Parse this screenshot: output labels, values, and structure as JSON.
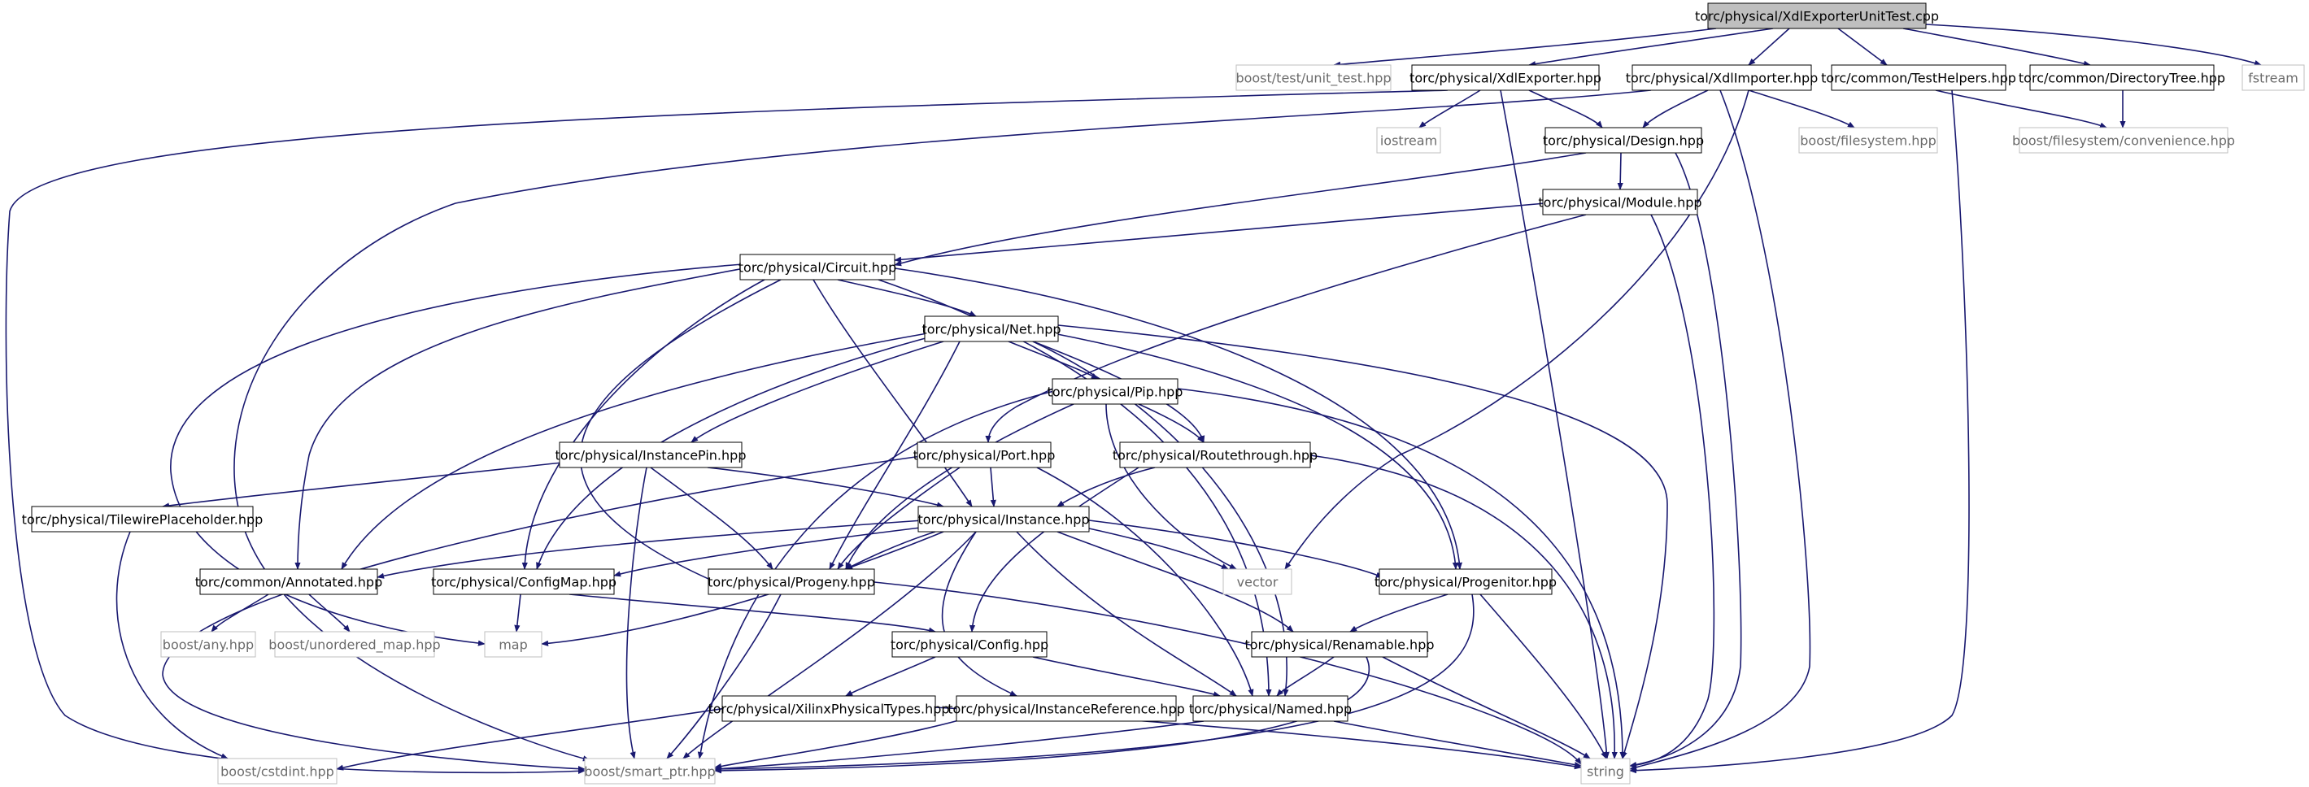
{
  "nodes": [
    {
      "id": "root",
      "label": "torc/physical/XdlExporterUnitTest.cpp",
      "kind": "root"
    },
    {
      "id": "unit_test",
      "label": "boost/test/unit_test.hpp",
      "kind": "external"
    },
    {
      "id": "xdlexporter",
      "label": "torc/physical/XdlExporter.hpp",
      "kind": "project"
    },
    {
      "id": "xdlimporter",
      "label": "torc/physical/XdlImporter.hpp",
      "kind": "project"
    },
    {
      "id": "testhelpers",
      "label": "torc/common/TestHelpers.hpp",
      "kind": "project"
    },
    {
      "id": "dirtree",
      "label": "torc/common/DirectoryTree.hpp",
      "kind": "project"
    },
    {
      "id": "fstream",
      "label": "fstream",
      "kind": "external"
    },
    {
      "id": "iostream",
      "label": "iostream",
      "kind": "external"
    },
    {
      "id": "design",
      "label": "torc/physical/Design.hpp",
      "kind": "project"
    },
    {
      "id": "bfilesystem",
      "label": "boost/filesystem.hpp",
      "kind": "external"
    },
    {
      "id": "convenience",
      "label": "boost/filesystem/convenience.hpp",
      "kind": "external"
    },
    {
      "id": "module",
      "label": "torc/physical/Module.hpp",
      "kind": "project"
    },
    {
      "id": "circuit",
      "label": "torc/physical/Circuit.hpp",
      "kind": "project"
    },
    {
      "id": "net",
      "label": "torc/physical/Net.hpp",
      "kind": "project"
    },
    {
      "id": "pip",
      "label": "torc/physical/Pip.hpp",
      "kind": "project"
    },
    {
      "id": "instancepin",
      "label": "torc/physical/InstancePin.hpp",
      "kind": "project"
    },
    {
      "id": "port",
      "label": "torc/physical/Port.hpp",
      "kind": "project"
    },
    {
      "id": "routethrough",
      "label": "torc/physical/Routethrough.hpp",
      "kind": "project"
    },
    {
      "id": "tileplaceholder",
      "label": "torc/physical/TilewirePlaceholder.hpp",
      "kind": "project"
    },
    {
      "id": "instance",
      "label": "torc/physical/Instance.hpp",
      "kind": "project"
    },
    {
      "id": "annotated",
      "label": "torc/common/Annotated.hpp",
      "kind": "project"
    },
    {
      "id": "configmap",
      "label": "torc/physical/ConfigMap.hpp",
      "kind": "project"
    },
    {
      "id": "progeny",
      "label": "torc/physical/Progeny.hpp",
      "kind": "project"
    },
    {
      "id": "vector",
      "label": "vector",
      "kind": "external"
    },
    {
      "id": "progenitor",
      "label": "torc/physical/Progenitor.hpp",
      "kind": "project"
    },
    {
      "id": "any",
      "label": "boost/any.hpp",
      "kind": "external"
    },
    {
      "id": "unordered",
      "label": "boost/unordered_map.hpp",
      "kind": "external"
    },
    {
      "id": "map",
      "label": "map",
      "kind": "external"
    },
    {
      "id": "config",
      "label": "torc/physical/Config.hpp",
      "kind": "project"
    },
    {
      "id": "renamable",
      "label": "torc/physical/Renamable.hpp",
      "kind": "project"
    },
    {
      "id": "xilinxtypes",
      "label": "torc/physical/XilinxPhysicalTypes.hpp",
      "kind": "project"
    },
    {
      "id": "instref",
      "label": "torc/physical/InstanceReference.hpp",
      "kind": "project"
    },
    {
      "id": "named",
      "label": "torc/physical/Named.hpp",
      "kind": "project"
    },
    {
      "id": "cstdint",
      "label": "boost/cstdint.hpp",
      "kind": "external"
    },
    {
      "id": "smartptr",
      "label": "boost/smart_ptr.hpp",
      "kind": "external"
    },
    {
      "id": "string",
      "label": "string",
      "kind": "external"
    }
  ],
  "edges": [
    [
      "root",
      "unit_test"
    ],
    [
      "root",
      "xdlexporter"
    ],
    [
      "root",
      "xdlimporter"
    ],
    [
      "root",
      "testhelpers"
    ],
    [
      "root",
      "dirtree"
    ],
    [
      "root",
      "fstream"
    ],
    [
      "xdlexporter",
      "iostream"
    ],
    [
      "xdlexporter",
      "design"
    ],
    [
      "xdlexporter",
      "string"
    ],
    [
      "xdlexporter",
      "smartptr"
    ],
    [
      "xdlimporter",
      "design"
    ],
    [
      "xdlimporter",
      "bfilesystem"
    ],
    [
      "xdlimporter",
      "string"
    ],
    [
      "xdlimporter",
      "vector"
    ],
    [
      "xdlimporter",
      "smartptr"
    ],
    [
      "testhelpers",
      "convenience"
    ],
    [
      "testhelpers",
      "string"
    ],
    [
      "dirtree",
      "convenience"
    ],
    [
      "design",
      "module"
    ],
    [
      "design",
      "circuit"
    ],
    [
      "design",
      "string"
    ],
    [
      "module",
      "circuit"
    ],
    [
      "module",
      "port"
    ],
    [
      "module",
      "string"
    ],
    [
      "circuit",
      "net"
    ],
    [
      "circuit",
      "instance"
    ],
    [
      "circuit",
      "annotated"
    ],
    [
      "circuit",
      "configmap"
    ],
    [
      "circuit",
      "progeny"
    ],
    [
      "circuit",
      "progenitor"
    ],
    [
      "circuit",
      "named"
    ],
    [
      "circuit",
      "map"
    ],
    [
      "net",
      "pip"
    ],
    [
      "net",
      "instancepin"
    ],
    [
      "net",
      "routethrough"
    ],
    [
      "net",
      "annotated"
    ],
    [
      "net",
      "configmap"
    ],
    [
      "net",
      "progeny"
    ],
    [
      "net",
      "progenitor"
    ],
    [
      "net",
      "named"
    ],
    [
      "net",
      "string"
    ],
    [
      "pip",
      "routethrough"
    ],
    [
      "pip",
      "progeny"
    ],
    [
      "pip",
      "vector"
    ],
    [
      "pip",
      "smartptr"
    ],
    [
      "pip",
      "string"
    ],
    [
      "instancepin",
      "instance"
    ],
    [
      "instancepin",
      "tileplaceholder"
    ],
    [
      "instancepin",
      "progeny"
    ],
    [
      "instancepin",
      "smartptr"
    ],
    [
      "port",
      "instance"
    ],
    [
      "port",
      "progeny"
    ],
    [
      "port",
      "named"
    ],
    [
      "port",
      "smartptr"
    ],
    [
      "routethrough",
      "instance"
    ],
    [
      "routethrough",
      "config"
    ],
    [
      "routethrough",
      "string"
    ],
    [
      "tileplaceholder",
      "cstdint"
    ],
    [
      "instance",
      "annotated"
    ],
    [
      "instance",
      "configmap"
    ],
    [
      "instance",
      "progeny"
    ],
    [
      "instance",
      "progenitor"
    ],
    [
      "instance",
      "renamable"
    ],
    [
      "instance",
      "named"
    ],
    [
      "instance",
      "instref"
    ],
    [
      "instance",
      "vector"
    ],
    [
      "instance",
      "map"
    ],
    [
      "instance",
      "smartptr"
    ],
    [
      "annotated",
      "any"
    ],
    [
      "annotated",
      "unordered"
    ],
    [
      "configmap",
      "map"
    ],
    [
      "configmap",
      "config"
    ],
    [
      "progeny",
      "smartptr"
    ],
    [
      "progeny",
      "string"
    ],
    [
      "progenitor",
      "renamable"
    ],
    [
      "progenitor",
      "smartptr"
    ],
    [
      "progenitor",
      "string"
    ],
    [
      "config",
      "named"
    ],
    [
      "config",
      "xilinxtypes"
    ],
    [
      "renamable",
      "named"
    ],
    [
      "renamable",
      "string"
    ],
    [
      "renamable",
      "smartptr"
    ],
    [
      "xilinxtypes",
      "cstdint"
    ],
    [
      "xilinxtypes",
      "string"
    ],
    [
      "instref",
      "smartptr"
    ],
    [
      "named",
      "string"
    ],
    [
      "named",
      "smartptr"
    ]
  ]
}
